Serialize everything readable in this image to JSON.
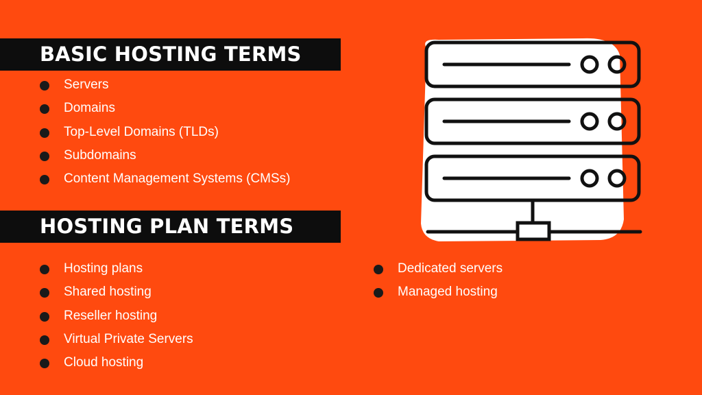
{
  "basic": {
    "title": "BASIC HOSTING TERMS",
    "items": [
      "Servers",
      "Domains",
      "Top-Level Domains (TLDs)",
      "Subdomains",
      "Content Management Systems (CMSs)"
    ]
  },
  "plans": {
    "title": "HOSTING PLAN TERMS",
    "left_items": [
      "Hosting plans",
      "Shared hosting",
      "Reseller hosting",
      "Virtual Private Servers",
      "Cloud hosting"
    ],
    "right_items": [
      "Dedicated servers",
      "Managed hosting"
    ]
  },
  "illustration": {
    "icon": "server-rack-icon",
    "colors": {
      "fill": "#ffffff",
      "stroke": "#111111",
      "background": "#ff4a0f"
    }
  }
}
